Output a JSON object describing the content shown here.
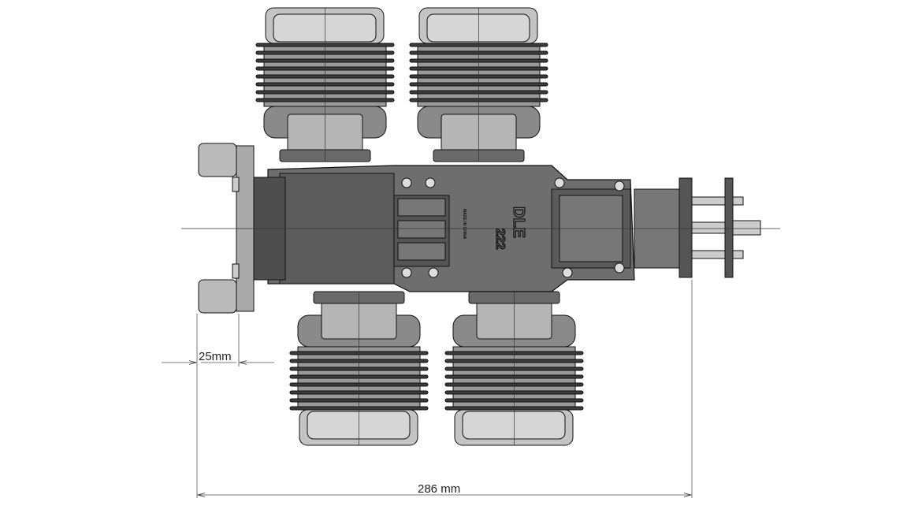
{
  "drawing": {
    "engine_brand": "DLE",
    "engine_model": "222",
    "origin_text": "MADE IN CHINA"
  },
  "dimensions": {
    "backplate_offset": "25mm",
    "overall_length": "286 mm"
  },
  "colors": {
    "body": "#6e6e6e",
    "body_dark": "#4a4a4a",
    "cylinder": "#9a9a9a",
    "fin": "#3c3c3c",
    "line": "#111111"
  }
}
